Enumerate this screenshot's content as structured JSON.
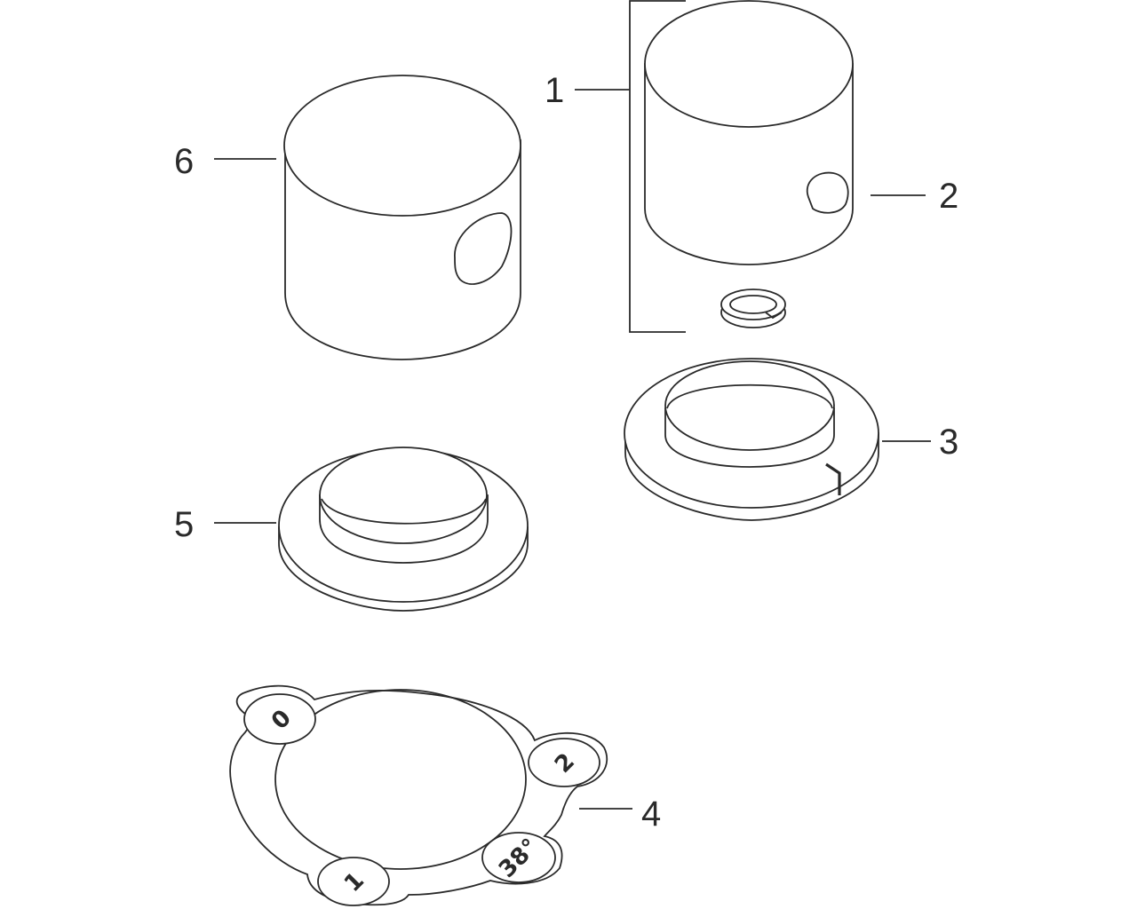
{
  "callouts": {
    "c1": "1",
    "c2": "2",
    "c3": "3",
    "c4": "4",
    "c5": "5",
    "c6": "6"
  },
  "plate_markings": {
    "m0": "0",
    "m1": "1",
    "m2": "2",
    "m38": "38°"
  },
  "colors": {
    "line": "#2a2a2a",
    "background": "#ffffff"
  }
}
